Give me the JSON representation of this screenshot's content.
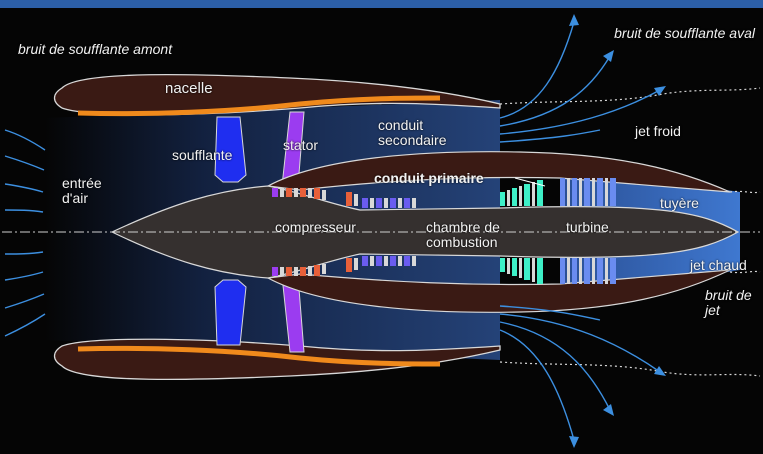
{
  "colors": {
    "background": "#050505",
    "nacelle": "#3a1a14",
    "orange_lip": "#f08a1c",
    "fan_blue": "#1f2ef0",
    "stator_purple": "#9b3cf0",
    "bypass_duct": "#1e3a6e",
    "core": "#35302f",
    "flow_arrows": "#3c8fe0",
    "turbine_cyan": "#3ef0c8"
  },
  "labels": {
    "fan_noise_upstream": "bruit de soufflante amont",
    "fan_noise_downstream": "bruit de soufflante aval",
    "nacelle": "nacelle",
    "fan": "soufflante",
    "stator": "stator",
    "bypass_duct": "conduit secondaire",
    "cold_jet": "jet froid",
    "air_inlet": "entrée d'air",
    "primary_duct": "conduit primaire",
    "nozzle": "tuyère",
    "compressor": "compresseur",
    "combustion_chamber": "chambre de combustion",
    "turbine": "turbine",
    "hot_jet": "jet chaud",
    "jet_noise": "bruit de jet"
  }
}
